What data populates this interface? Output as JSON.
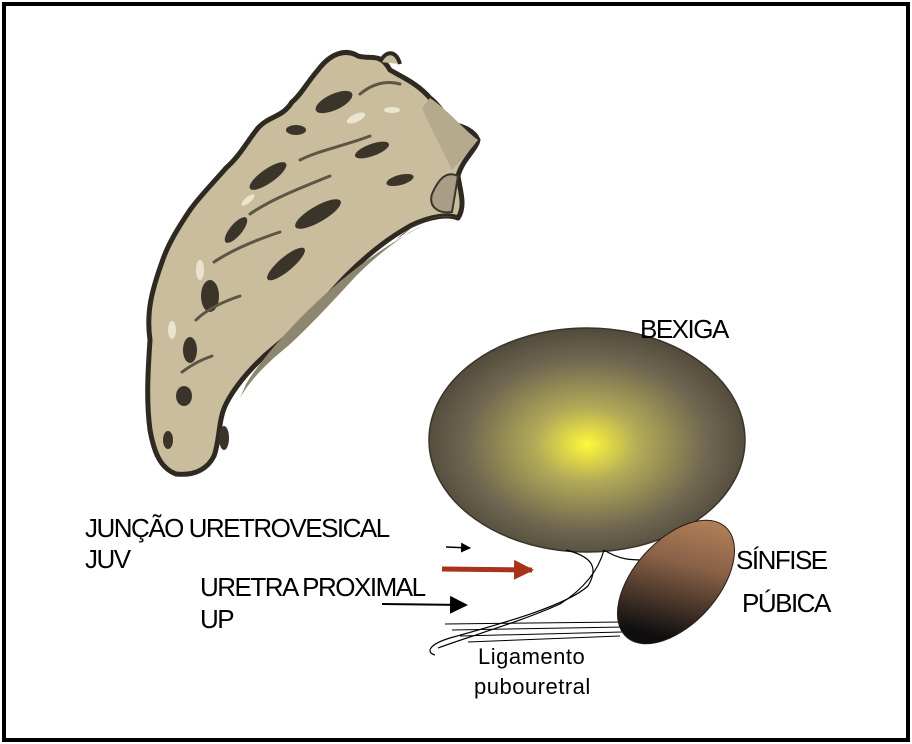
{
  "labels": {
    "bladder": "BEXIGA",
    "junction_line1": "JUNÇÃO URETROVESICAL",
    "junction_line2": "JUV",
    "urethra_line1": "URETRA PROXIMAL",
    "urethra_line2": "UP",
    "symphysis_line1": "SÍNFISE",
    "symphysis_line2": "PÚBICA",
    "ligament_line1": "Ligamento",
    "ligament_line2": "pubouretral"
  },
  "icons": {
    "sacrum": "sacrum-bone-icon",
    "bladder": "bladder-shape",
    "symphysis": "pubic-symphysis-shape"
  },
  "colors": {
    "border": "#000000",
    "bone_fill": "#c9bd9e",
    "bone_dark": "#3b3428",
    "bladder_center": "#fff83a",
    "bladder_edge": "#4a4436",
    "symphysis_top": "#b07a4e",
    "symphysis_bottom": "#111111",
    "red_arrow": "#a8321a"
  }
}
